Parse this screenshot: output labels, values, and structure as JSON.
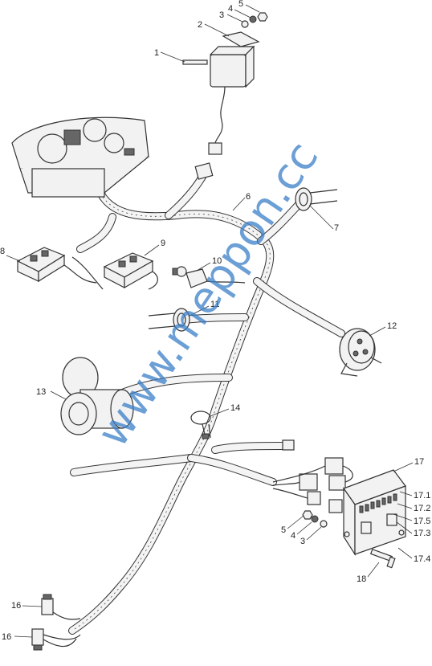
{
  "watermark": "www.meppon.cc",
  "callouts": [
    {
      "id": "c1",
      "text": "1"
    },
    {
      "id": "c2",
      "text": "2"
    },
    {
      "id": "c3a",
      "text": "3"
    },
    {
      "id": "c4a",
      "text": "4"
    },
    {
      "id": "c5a",
      "text": "5"
    },
    {
      "id": "c6",
      "text": "6"
    },
    {
      "id": "c7",
      "text": "7"
    },
    {
      "id": "c8",
      "text": "8"
    },
    {
      "id": "c9",
      "text": "9"
    },
    {
      "id": "c10",
      "text": "10"
    },
    {
      "id": "c11",
      "text": "11"
    },
    {
      "id": "c12",
      "text": "12"
    },
    {
      "id": "c13",
      "text": "13"
    },
    {
      "id": "c14",
      "text": "14"
    },
    {
      "id": "c17",
      "text": "17"
    },
    {
      "id": "c171",
      "text": "17.1"
    },
    {
      "id": "c172",
      "text": "17.2"
    },
    {
      "id": "c175",
      "text": "17.5"
    },
    {
      "id": "c173",
      "text": "17.3"
    },
    {
      "id": "c174",
      "text": "17.4"
    },
    {
      "id": "c5b",
      "text": "5"
    },
    {
      "id": "c4b",
      "text": "4"
    },
    {
      "id": "c3b",
      "text": "3"
    },
    {
      "id": "c18",
      "text": "18"
    },
    {
      "id": "c16a",
      "text": "16"
    },
    {
      "id": "c16b",
      "text": "16"
    }
  ]
}
